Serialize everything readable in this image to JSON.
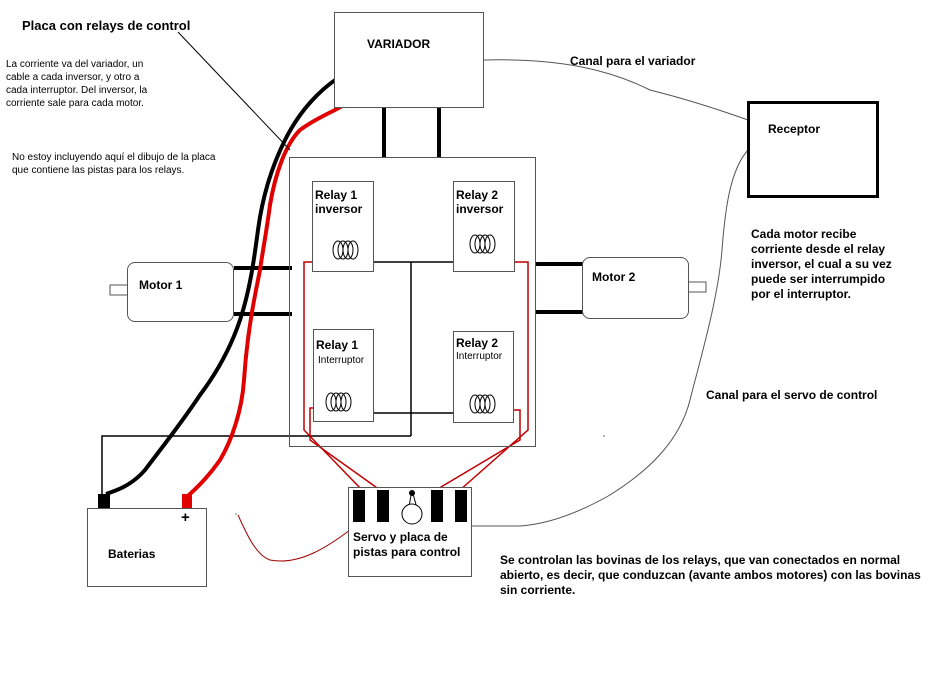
{
  "title": "Placa con relays de control",
  "notes": {
    "current_flow": "La corriente va del variador, un\ncable a cada inversor, y otro a\ncada interruptor. Del inversor, la\ncorriente sale para cada motor.",
    "not_included": "No estoy incluyendo aquí el dibujo de la placa\nque contiene las pistas para los relays.",
    "motor_current": "Cada motor recibe\ncorriente desde el relay\ninversor, el cual a su vez\npuede ser interrumpido\npor el interruptor.",
    "coils": "Se controlan las bovinas de los relays, que van conectados en normal\nabierto, es decir, que conduzcan (avante ambos motores) con las bovinas\nsin corriente."
  },
  "labels": {
    "variador": "VARIADOR",
    "canal_variador": "Canal para el variador",
    "receptor": "Receptor",
    "motor1": "Motor 1",
    "motor2": "Motor 2",
    "relay1_inv_line1": "Relay 1",
    "relay1_inv_line2": "inversor",
    "relay2_inv_line1": "Relay 2",
    "relay2_inv_line2": "inversor",
    "relay1_int_line1": "Relay 1",
    "relay1_int_line2": "Interruptor",
    "relay2_int_line1": "Relay 2",
    "relay2_int_line2": "Interruptor",
    "canal_servo": "Canal para el servo de control",
    "baterias": "Baterias",
    "plus_sign": "+",
    "servo_line1": "Servo y placa de",
    "servo_line2": "pistas para control"
  },
  "colors": {
    "black_wire": "#000000",
    "red_wire": "#e00000",
    "dark_red_wire": "#b00000",
    "thin_line": "#555555"
  }
}
